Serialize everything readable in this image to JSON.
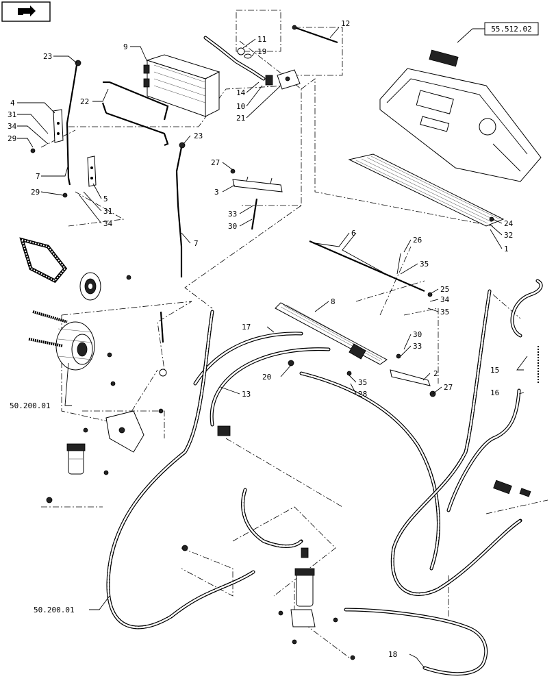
{
  "nav_icon": "return-arrow-icon",
  "reference_box": "55.512.02",
  "callouts": {
    "c1": "1",
    "c2": "2",
    "c3": "3",
    "c4": "4",
    "c5": "5",
    "c6": "6",
    "c7a": "7",
    "c7b": "7",
    "c8": "8",
    "c9": "9",
    "c10": "10",
    "c11": "11",
    "c12": "12",
    "c13": "13",
    "c14": "14",
    "c15": "15",
    "c16": "16",
    "c17": "17",
    "c18": "18",
    "c19": "19",
    "c20": "20",
    "c21": "21",
    "c22": "22",
    "c23a": "23",
    "c23b": "23",
    "c24": "24",
    "c25": "25",
    "c26": "26",
    "c27a": "27",
    "c27b": "27",
    "c28": "28",
    "c29a": "29",
    "c29b": "29",
    "c30a": "30",
    "c30b": "30",
    "c31a": "31",
    "c31b": "31",
    "c32": "32",
    "c33a": "33",
    "c33b": "33",
    "c34a": "34",
    "c34b": "34",
    "c34c": "34",
    "c35a": "35",
    "c35b": "35",
    "c35c": "35",
    "ref1": "50.200.01",
    "ref2": "50.200.01"
  }
}
